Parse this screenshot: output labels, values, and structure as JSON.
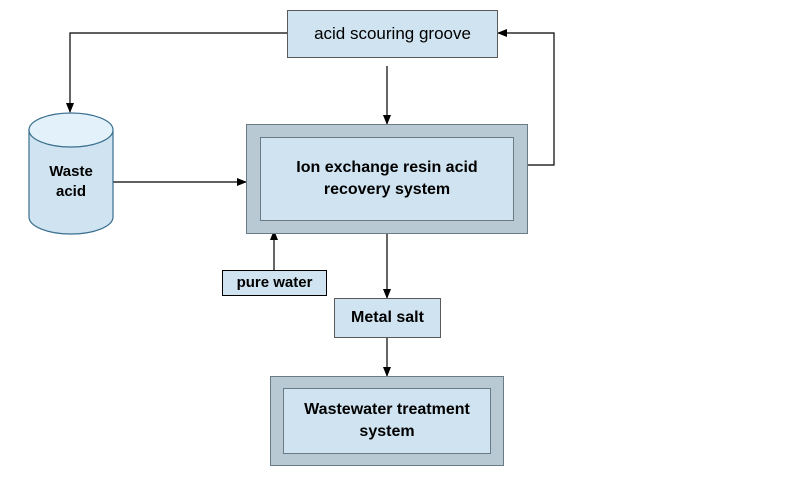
{
  "diagram": {
    "title_node": {
      "label": "acid scouring groove"
    },
    "waste_acid": {
      "label": "Waste\nacid"
    },
    "recovery": {
      "label": "Ion exchange resin acid\nrecovery system"
    },
    "pure_water": {
      "label": "pure water"
    },
    "metal_salt": {
      "label": "Metal salt"
    },
    "wastewater": {
      "label": "Wastewater treatment\nsystem"
    },
    "colors": {
      "fill": "#cfe3f0",
      "shadow": "#b9c9d4",
      "stroke": "#5a5a5a",
      "line": "#000000"
    }
  }
}
